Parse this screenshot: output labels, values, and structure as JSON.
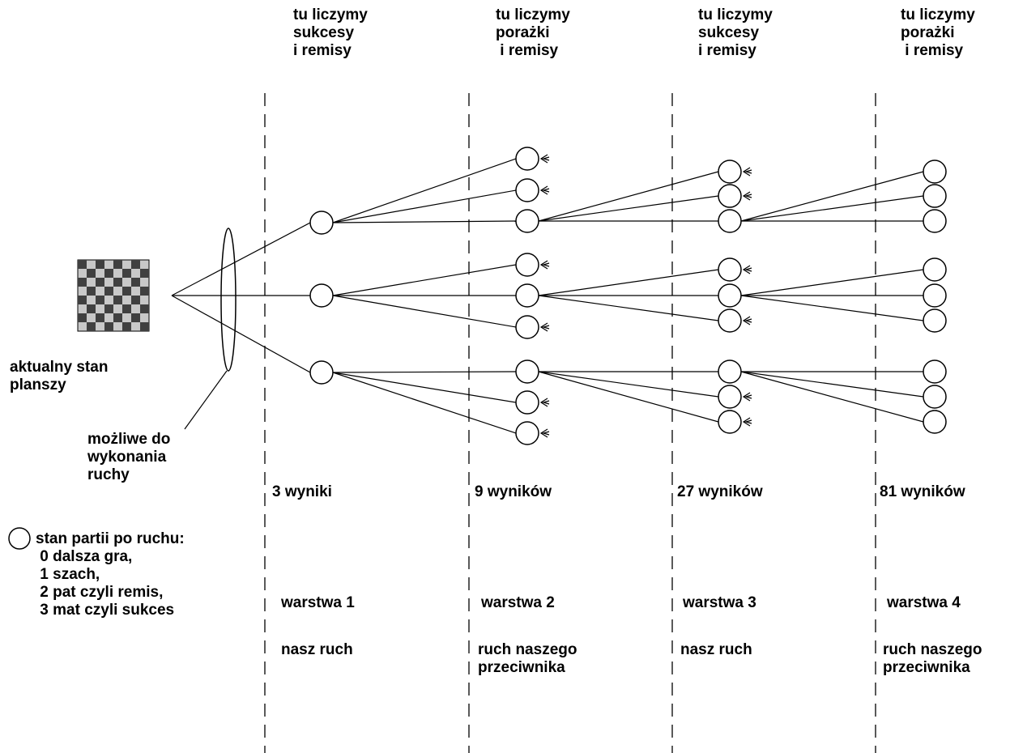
{
  "headers": [
    "tu liczymy\nsukcesy\ni remisy",
    "tu liczymy\nporażki\n i remisy",
    "tu liczymy\nsukcesy\ni remisy",
    "tu liczymy\nporażki\n i remisy"
  ],
  "board_label": "aktualny stan\nplanszy",
  "moves_label": "możliwe do\nwykonania\nruchy",
  "legend_text": "stan partii po ruchu:\n 0 dalsza gra,\n 1 szach,\n 2 pat czyli remis,\n 3 mat czyli sukces",
  "results": [
    "3 wyniki",
    "9 wyników",
    "27 wyników",
    "81 wyników"
  ],
  "layers": [
    "warstwa 1",
    "warstwa 2",
    "warstwa 3",
    "warstwa 4"
  ],
  "movers": [
    "nasz ruch",
    "ruch naszego\nprzeciwnika",
    "nasz ruch",
    "ruch naszego\nprzeciwnika"
  ],
  "colors": {
    "line": "#000000",
    "board_dark": "#404040",
    "board_light": "#c8c8c8",
    "background": "#ffffff"
  },
  "icons": {
    "state": "circle-node",
    "result_mark": "arrow-mark",
    "board": "chessboard"
  }
}
